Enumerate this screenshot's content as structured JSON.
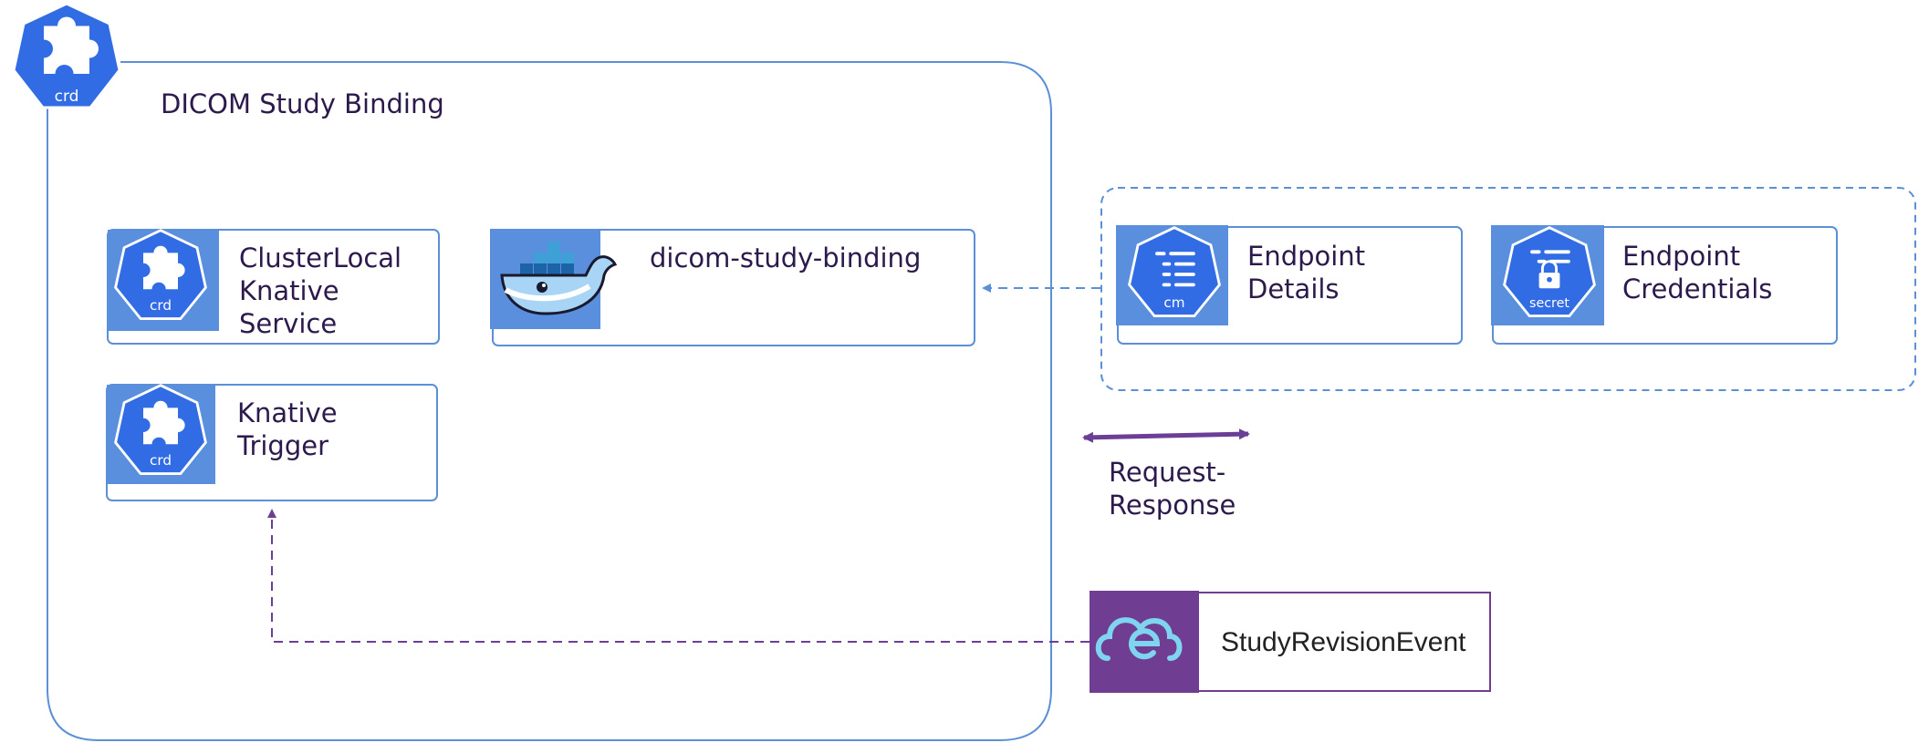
{
  "group": {
    "badge_label": "crd",
    "title": "DICOM Study Binding"
  },
  "nodes": {
    "clusterlocal_service": {
      "icon_label": "crd",
      "lines": [
        "ClusterLocal",
        "Knative",
        "Service"
      ]
    },
    "knative_trigger": {
      "icon_label": "crd",
      "lines": [
        "Knative",
        "Trigger"
      ]
    },
    "dicom_study_binding": {
      "label": "dicom-study-binding"
    },
    "endpoint_details": {
      "icon_label": "cm",
      "lines": [
        "Endpoint",
        "Details"
      ]
    },
    "endpoint_credentials": {
      "icon_label": "secret",
      "lines": [
        "Endpoint",
        "Credentials"
      ]
    },
    "study_revision_event": {
      "label": "StudyRevisionEvent"
    }
  },
  "legend": {
    "lines": [
      "Request-",
      "Response"
    ]
  },
  "colors": {
    "blue_border": "#5b8fd6",
    "icon_tile": "#5a8fde",
    "k8s_blue": "#326ce5",
    "purple": "#6b3f96",
    "event_tile": "#6f3d91",
    "cloud_cyan": "#7fd4f0"
  }
}
